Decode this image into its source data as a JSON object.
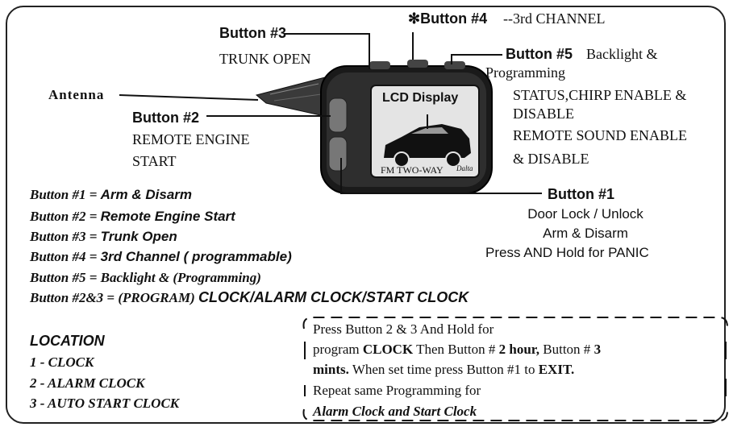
{
  "labels": {
    "button3_title": "Button #3",
    "button3_desc": "TRUNK OPEN",
    "button4_star": "✻",
    "button4_title": "Button #4",
    "button4_desc": "--3rd CHANNEL",
    "button5_title": "Button #5",
    "button5_desc_1": "Backlight &",
    "button5_desc_2": "Programming",
    "button5_desc_3": "STATUS,CHIRP ENABLE &",
    "button5_desc_4": "DISABLE",
    "button5_desc_5": "REMOTE SOUND ENABLE",
    "button5_desc_6": "& DISABLE",
    "antenna": "Antenna",
    "button2_title": "Button #2",
    "button2_desc_1": "REMOTE ENGINE",
    "button2_desc_2": "START",
    "lcd_display": "LCD Display",
    "remote_brand": "FM TWO-WAY",
    "remote_model": "Dalta",
    "button1_title": "Button #1",
    "button1_desc_1": "Door Lock / Unlock",
    "button1_desc_2": "Arm & Disarm",
    "button1_desc_3": "Press AND Hold  for PANIC"
  },
  "legend": [
    {
      "key": "Button #1 = ",
      "value": "Arm & Disarm"
    },
    {
      "key": "Button #2 = ",
      "value": "Remote  Engine Start"
    },
    {
      "key": "Button #3 = ",
      "value": "Trunk Open"
    },
    {
      "key": "Button #4 = ",
      "value": "3rd Channel ( programmable)"
    },
    {
      "key": "Button #5 = Backlight & (Programming)",
      "value": ""
    },
    {
      "key": "Button #2&3 = (PROGRAM) ",
      "value": "CLOCK/ALARM CLOCK/START CLOCK"
    }
  ],
  "location": {
    "title": "LOCATION",
    "items": [
      "1 - CLOCK",
      "2 - ALARM CLOCK",
      "3 - AUTO START CLOCK"
    ]
  },
  "program_box": {
    "line1": "Press Button 2 & 3  And Hold for",
    "line2_a": "program ",
    "line2_b": "CLOCK",
    "line2_c": "  Then Button # ",
    "line2_d": "2 hour,",
    "line2_e": " Button # ",
    "line2_f": "3",
    "line3_a": "mints.",
    "line3_b": " When set time press Button #1 to ",
    "line3_c": "EXIT.",
    "line4": "Repeat same Programming for",
    "line5": "Alarm Clock and Start Clock"
  }
}
